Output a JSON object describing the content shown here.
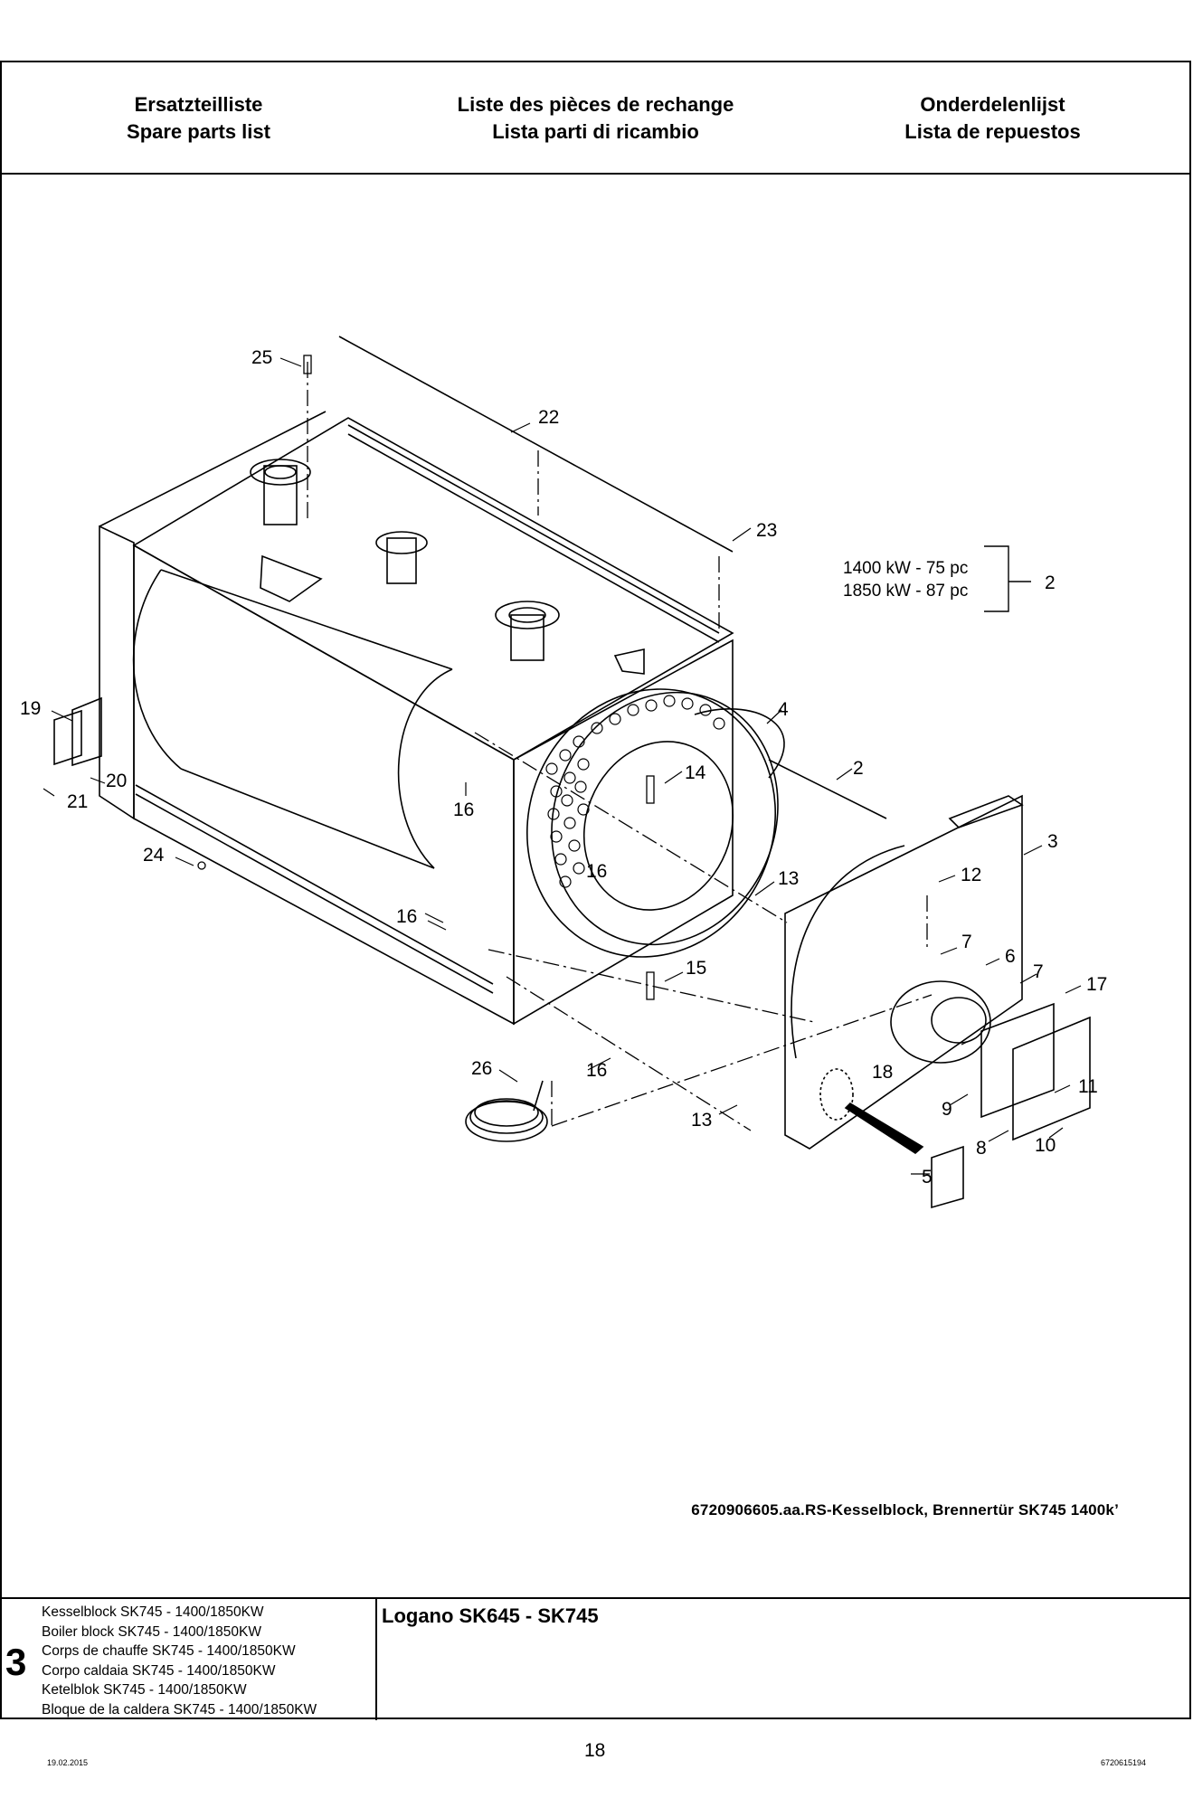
{
  "header": {
    "col1": [
      "Ersatzteilliste",
      "Spare parts list"
    ],
    "col2": [
      "Liste des pièces de rechange",
      "Lista parti di ricambio"
    ],
    "col3": [
      "Onderdelenlijst",
      "Lista de repuestos"
    ]
  },
  "diagram": {
    "variant_lines": [
      "1400 kW - 75 pc",
      "1850 kW - 87 pc"
    ],
    "variant_part": "2",
    "callouts": [
      "25",
      "22",
      "23",
      "19",
      "21",
      "20",
      "24",
      "16",
      "16",
      "16",
      "16",
      "14",
      "4",
      "2",
      "3",
      "12",
      "13",
      "7",
      "6",
      "7",
      "17",
      "15",
      "18",
      "26",
      "13",
      "9",
      "11",
      "8",
      "10",
      "5"
    ],
    "caption": "6720906605.aa.RS-Kesselblock, Brennertür SK745 1400kʼ"
  },
  "footer": {
    "section_number": "3",
    "section_titles": [
      "Kesselblock SK745 - 1400/1850KW",
      "Boiler block SK745 - 1400/1850KW",
      "Corps de chauffe SK745 - 1400/1850KW",
      "Corpo caldaia SK745 - 1400/1850KW",
      "Ketelblok SK745 - 1400/1850KW",
      "Bloque de la caldera SK745 - 1400/1850KW"
    ],
    "product": "Logano SK645 - SK745"
  },
  "page_footer": {
    "date": "19.02.2015",
    "page_number": "18",
    "doc_number": "6720615194"
  }
}
